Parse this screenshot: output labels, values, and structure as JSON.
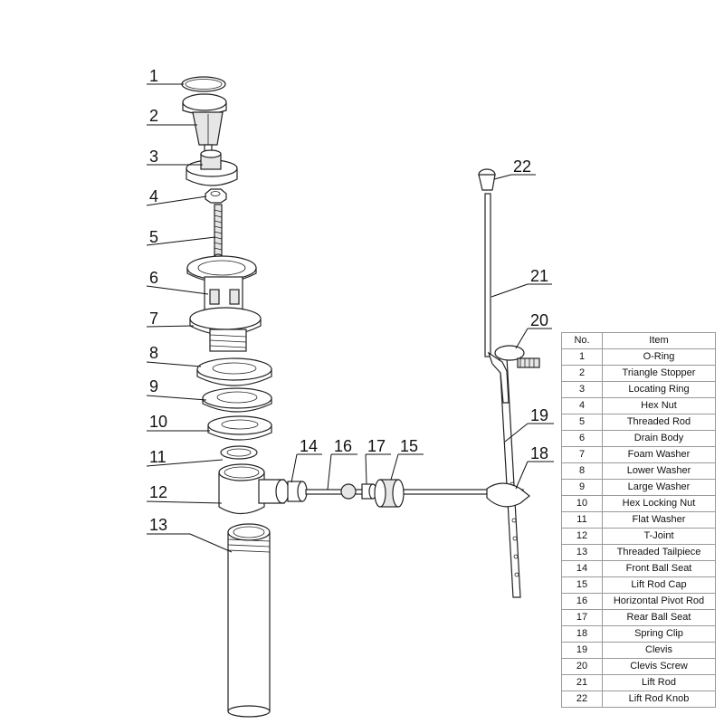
{
  "table": {
    "headers": {
      "no": "No.",
      "item": "Item"
    },
    "rows": [
      {
        "no": "1",
        "item": "O-Ring"
      },
      {
        "no": "2",
        "item": "Triangle Stopper"
      },
      {
        "no": "3",
        "item": "Locating Ring"
      },
      {
        "no": "4",
        "item": "Hex Nut"
      },
      {
        "no": "5",
        "item": "Threaded Rod"
      },
      {
        "no": "6",
        "item": "Drain Body"
      },
      {
        "no": "7",
        "item": "Foam Washer"
      },
      {
        "no": "8",
        "item": "Lower Washer"
      },
      {
        "no": "9",
        "item": "Large Washer"
      },
      {
        "no": "10",
        "item": "Hex Locking Nut"
      },
      {
        "no": "11",
        "item": "Flat Washer"
      },
      {
        "no": "12",
        "item": "T-Joint"
      },
      {
        "no": "13",
        "item": "Threaded Tailpiece"
      },
      {
        "no": "14",
        "item": "Front Ball Seat"
      },
      {
        "no": "15",
        "item": "Lift Rod Cap"
      },
      {
        "no": "16",
        "item": "Horizontal Pivot Rod"
      },
      {
        "no": "17",
        "item": "Rear Ball Seat"
      },
      {
        "no": "18",
        "item": "Spring Clip"
      },
      {
        "no": "19",
        "item": "Clevis"
      },
      {
        "no": "20",
        "item": "Clevis Screw"
      },
      {
        "no": "21",
        "item": "Lift Rod"
      },
      {
        "no": "22",
        "item": "Lift Rod Knob"
      }
    ]
  },
  "callouts": [
    "1",
    "2",
    "3",
    "4",
    "5",
    "6",
    "7",
    "8",
    "9",
    "10",
    "11",
    "12",
    "13",
    "14",
    "15",
    "16",
    "17",
    "18",
    "19",
    "20",
    "21",
    "22"
  ]
}
